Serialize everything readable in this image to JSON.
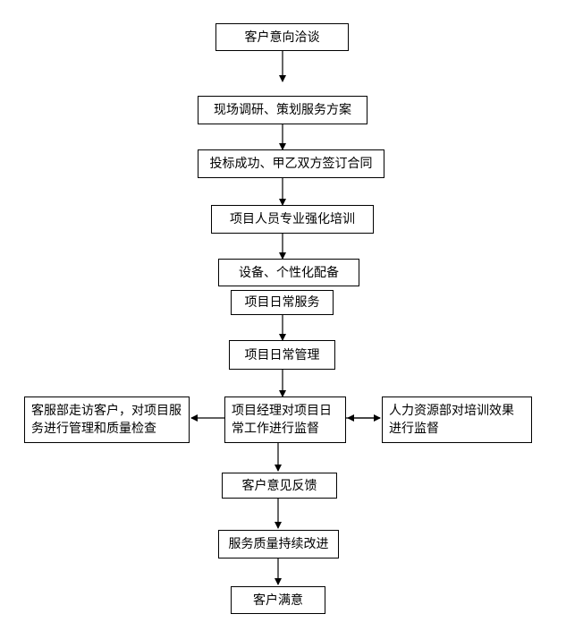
{
  "flow": {
    "n1": "客户意向洽谈",
    "n2": "现场调研、策划服务方案",
    "n3": "投标成功、甲乙双方签订合同",
    "n4": "项目人员专业强化培训",
    "n5": "设备、个性化配备",
    "n6": "项目日常服务",
    "n7": "项目日常管理",
    "n8_line1": "项目经理对项目日",
    "n8_line2": "常工作进行监督",
    "n9_line1": "客服部走访客户，对项目服",
    "n9_line2": "务进行管理和质量检查",
    "n10_line1": "人力资源部对培训效果",
    "n10_line2": "进行监督",
    "n11": "客户意见反馈",
    "n12": "服务质量持续改进",
    "n13": "客户满意"
  },
  "colors": {
    "stroke": "#000000",
    "background": "#ffffff"
  }
}
